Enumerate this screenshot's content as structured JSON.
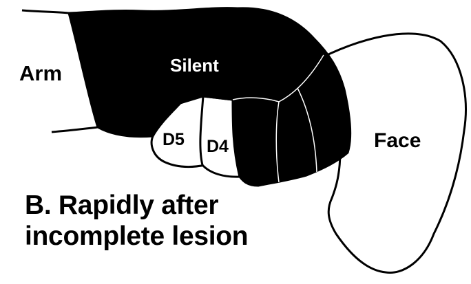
{
  "labels": {
    "arm": "Arm",
    "silent": "Silent",
    "d5": "D5",
    "d4": "D4",
    "face": "Face"
  },
  "caption": {
    "line1": "B. Rapidly after",
    "line2": "incomplete lesion"
  },
  "colors": {
    "ink": "#000000",
    "paper": "#ffffff",
    "silent_fill": "#000000",
    "silent_text": "#ffffff"
  }
}
